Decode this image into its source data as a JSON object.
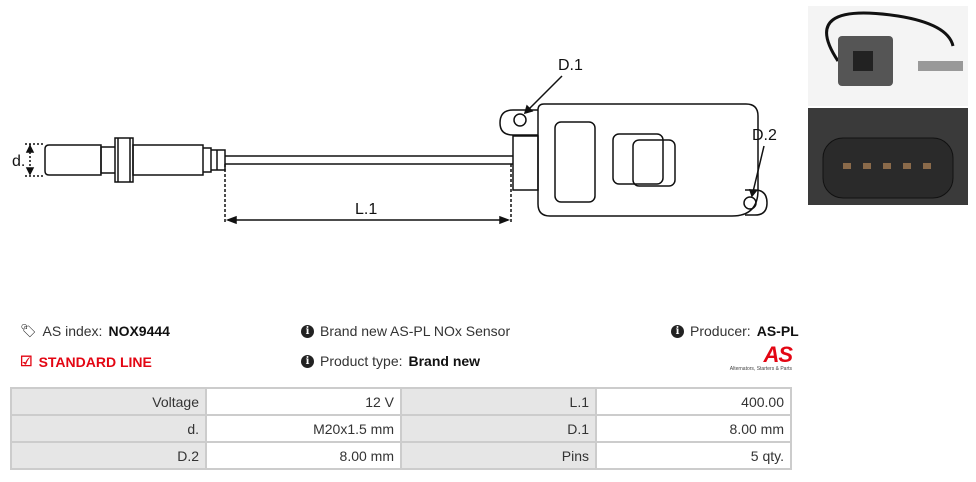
{
  "diagram": {
    "labels": {
      "d": "d.",
      "l1": "L.1",
      "d1": "D.1",
      "d2": "D.2"
    }
  },
  "info": {
    "as_index_label": "AS index:",
    "as_index_value": "NOX9444",
    "line": "STANDARD LINE",
    "description": "Brand new AS-PL NOx Sensor",
    "product_type_label": "Product type:",
    "product_type_value": "Brand new",
    "producer_label": "Producer:",
    "producer_value": "AS-PL"
  },
  "logo": {
    "text": "AS",
    "tagline": "Alternators, Starters & Parts"
  },
  "specs": [
    [
      {
        "label": "Voltage",
        "value": "12 V"
      },
      {
        "label": "L.1",
        "value": "400.00"
      }
    ],
    [
      {
        "label": "d.",
        "value": "M20x1.5 mm"
      },
      {
        "label": "D.1",
        "value": "8.00 mm"
      }
    ],
    [
      {
        "label": "D.2",
        "value": "8.00 mm"
      },
      {
        "label": "Pins",
        "value": "5 qty."
      }
    ]
  ]
}
